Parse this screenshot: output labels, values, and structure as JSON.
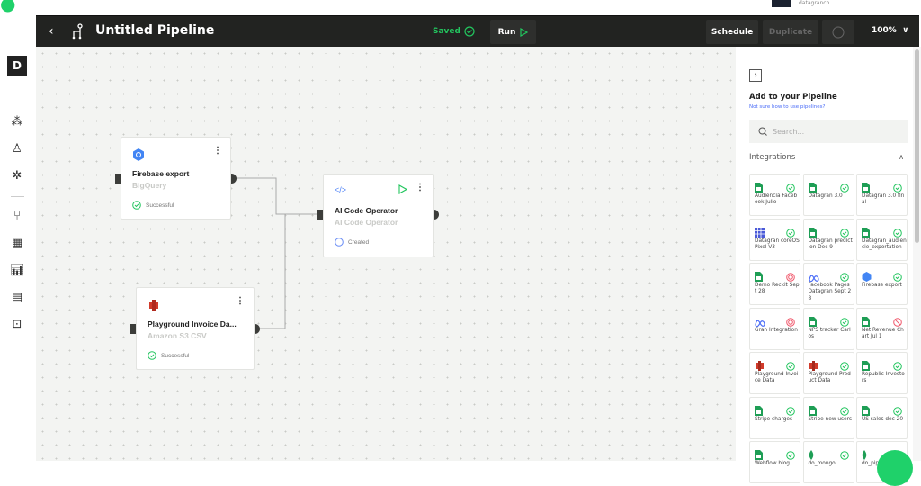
{
  "account": {
    "username": "datagranco"
  },
  "header": {
    "title": "Untitled Pipeline",
    "saved_label": "Saved",
    "run_label": "Run",
    "schedule_label": "Schedule",
    "duplicate_label": "Duplicate",
    "zoom_label": "100%"
  },
  "sidebar": {
    "logo_letter": "D"
  },
  "nodes": [
    {
      "title": "Firebase export",
      "subtitle": "BigQuery",
      "status": "Successful"
    },
    {
      "title": "AI Code Operator",
      "subtitle": "AI Code Operator",
      "status": "Created"
    },
    {
      "title": "Playground Invoice Da...",
      "subtitle": "Amazon S3 CSV",
      "status": "Successful"
    }
  ],
  "panel": {
    "title": "Add to your Pipeline",
    "help_link": "Not sure how to use pipelines?",
    "search_placeholder": "Search...",
    "section_label": "Integrations",
    "integrations": [
      {
        "label": "Audiencia Facebook Julio",
        "icon": "sheets",
        "status": "ok"
      },
      {
        "label": "Datagran 3.0",
        "icon": "sheets",
        "status": "ok"
      },
      {
        "label": "Datagran 3.0 final",
        "icon": "sheets",
        "status": "ok"
      },
      {
        "label": "Datagran coreOS Pixel V3",
        "icon": "pixel",
        "status": "ok"
      },
      {
        "label": "Datagran prediction Dec 9",
        "icon": "sheets",
        "status": "ok"
      },
      {
        "label": "Datagran_audiencie_exportation",
        "icon": "sheets",
        "status": "ok"
      },
      {
        "label": "Demo Reckit Sept 28",
        "icon": "sheets",
        "status": "error"
      },
      {
        "label": "Facebook Pages Datagran Sept 28",
        "icon": "meta",
        "status": "ok"
      },
      {
        "label": "Firebase export",
        "icon": "bigquery",
        "status": "ok"
      },
      {
        "label": "Gran Integration",
        "icon": "meta",
        "status": "error"
      },
      {
        "label": "NPS tracker Carlos",
        "icon": "sheets",
        "status": "ok"
      },
      {
        "label": "Net Revenue Chart Jul 1",
        "icon": "sheets",
        "status": "blocked"
      },
      {
        "label": "Playground Invoice Data",
        "icon": "s3",
        "status": "ok"
      },
      {
        "label": "Playground Product Data",
        "icon": "s3",
        "status": "ok"
      },
      {
        "label": "Republic Investors",
        "icon": "sheets",
        "status": "ok"
      },
      {
        "label": "Stripe charges",
        "icon": "sheets",
        "status": "ok"
      },
      {
        "label": "Stripe new users",
        "icon": "sheets",
        "status": "ok"
      },
      {
        "label": "US sales dec 20",
        "icon": "sheets",
        "status": "ok"
      },
      {
        "label": "Webflow blog",
        "icon": "sheets",
        "status": "ok"
      },
      {
        "label": "do_mongo",
        "icon": "mongo",
        "status": "ok"
      },
      {
        "label": "do_pipe",
        "icon": "mongo",
        "status": "ok"
      }
    ]
  },
  "colors": {
    "accent": "#22c55e",
    "header_bg": "#222321",
    "error": "#f0566a",
    "link": "#4a6cf7"
  }
}
